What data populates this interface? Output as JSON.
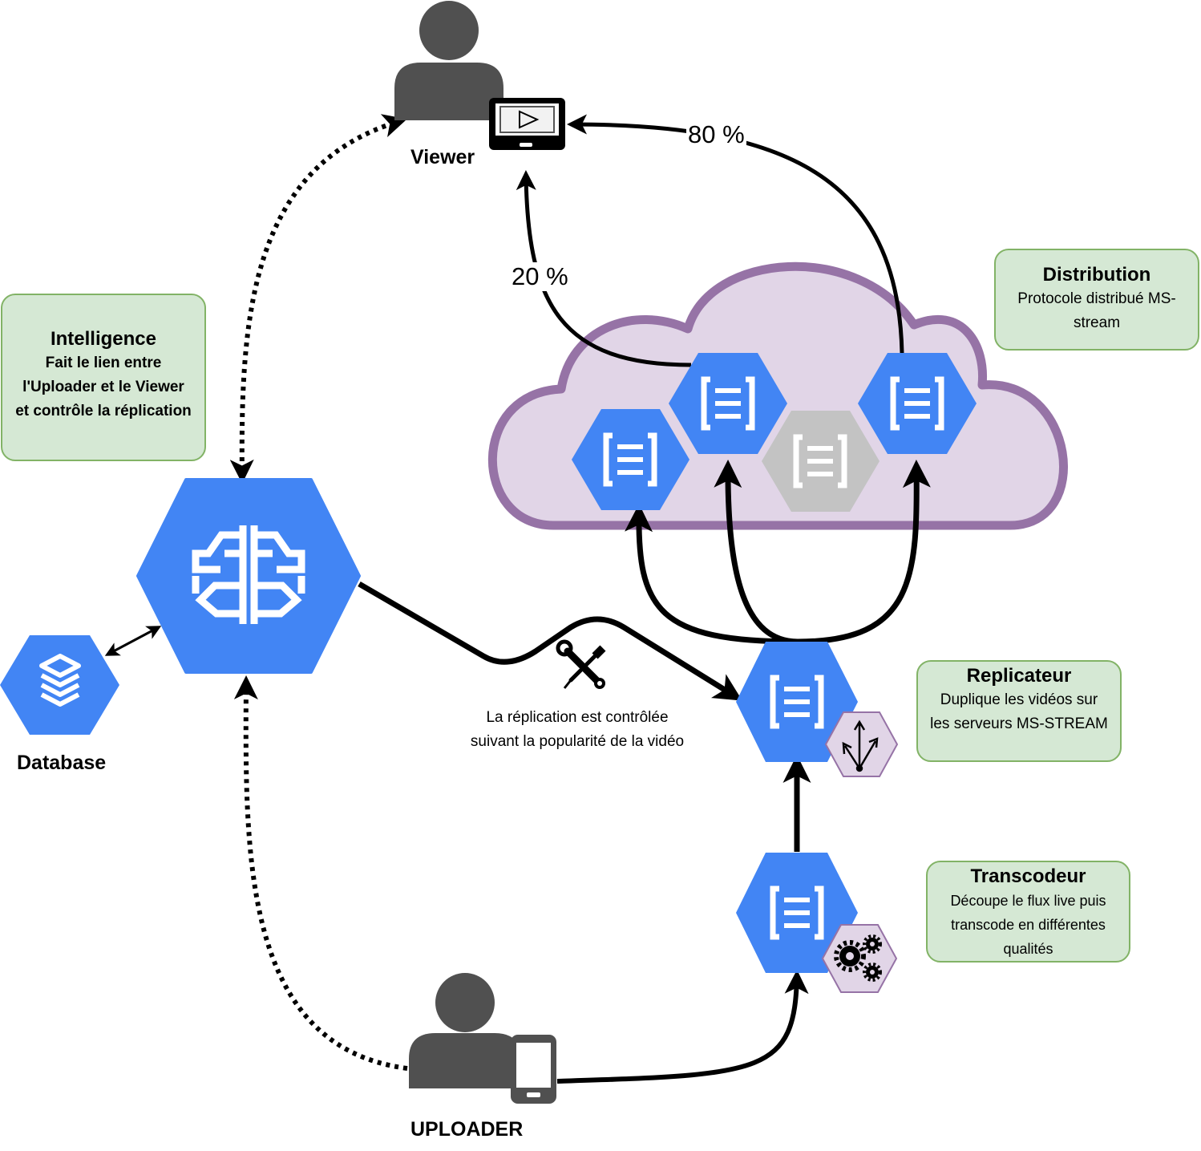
{
  "nodes": {
    "viewer_label": "Viewer",
    "uploader_label": "UPLOADER",
    "database_label": "Database"
  },
  "edges": {
    "viewer_80": "80 %",
    "viewer_20": "20 %",
    "replication_note_line1": "La réplication est contrôlée",
    "replication_note_line2": "suivant la popularité de la vidéo"
  },
  "boxes": {
    "intelligence": {
      "title": "Intelligence",
      "desc": [
        "Fait le lien entre",
        "l'Uploader et le Viewer",
        "et contrôle la réplication"
      ]
    },
    "distribution": {
      "title": "Distribution",
      "desc": [
        "Protocole distribué MS-",
        "stream"
      ]
    },
    "replicateur": {
      "title": "Replicateur",
      "desc": [
        "Duplique les vidéos sur",
        "les serveurs MS-STREAM"
      ]
    },
    "transcodeur": {
      "title": "Transcodeur",
      "desc": [
        "Découpe le flux live puis",
        "transcode en différentes",
        "qualités"
      ]
    }
  },
  "colors": {
    "hex_blue": "#4285f4",
    "hex_gray": "#c3c3c3",
    "cloud_fill": "#e1d5e7",
    "cloud_stroke": "#9673a6",
    "person": "#505050",
    "box_fill": "#d5e8d4",
    "box_stroke": "#82b366",
    "badge_fill": "#e1d5e7"
  },
  "icons": {
    "brain": "brain-icon",
    "database": "database-stack-icon",
    "stream": "stream-server-icon",
    "tools": "wrench-screwdriver-icon",
    "laptop": "laptop-play-icon",
    "phone": "smartphone-icon",
    "gears": "gears-icon",
    "axes": "axes-icon"
  }
}
